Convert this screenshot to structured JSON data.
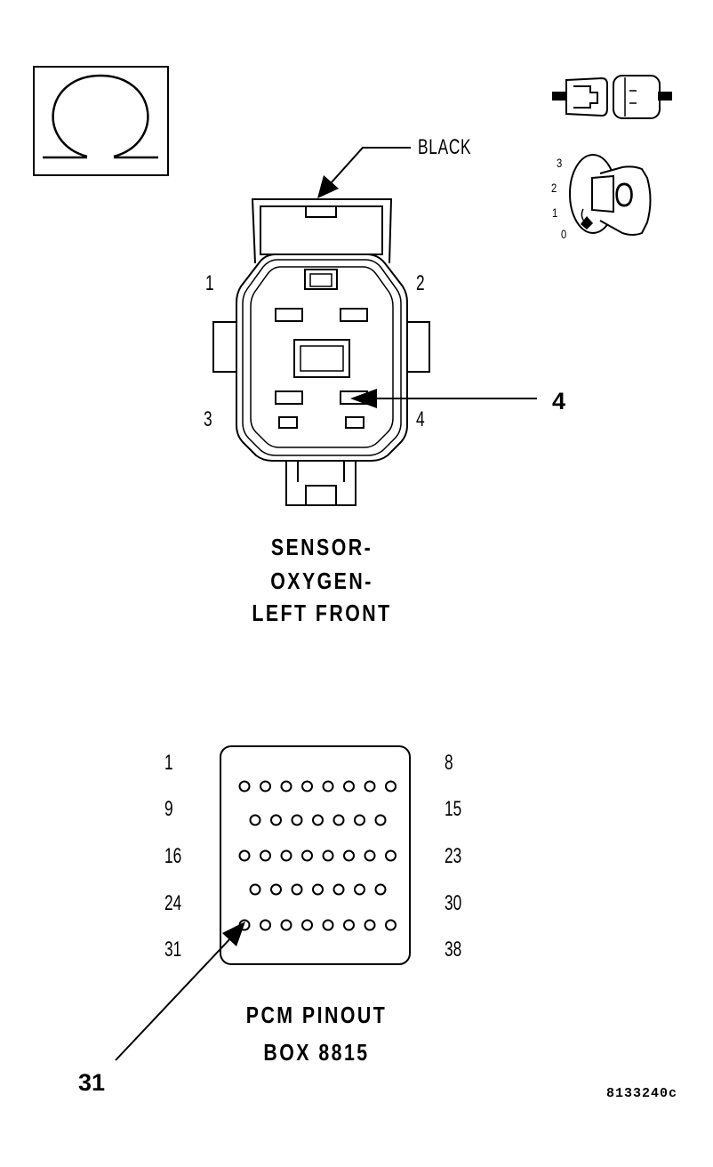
{
  "top_icons": {
    "ohmmeter_icon": "ohm-symbol-icon",
    "connector_icon": "disconnected-connector-icon",
    "ignition_icon": "ignition-switch-icon",
    "ignition_positions": [
      "3",
      "2",
      "1",
      "0"
    ],
    "key_label": "O"
  },
  "sensor_connector": {
    "color_label": "BLACK",
    "pin_labels": [
      "1",
      "2",
      "3",
      "4"
    ],
    "callout": "4",
    "title_lines": [
      "SENSOR-",
      "OXYGEN-",
      "LEFT FRONT"
    ]
  },
  "pcm_connector": {
    "left_labels": [
      "1",
      "9",
      "16",
      "24",
      "31"
    ],
    "right_labels": [
      "8",
      "15",
      "23",
      "30",
      "38"
    ],
    "row_pin_counts": [
      8,
      7,
      8,
      7,
      8
    ],
    "callout": "31",
    "title_lines": [
      "PCM PINOUT",
      "BOX 8815"
    ]
  },
  "figure_id": "8133240c"
}
